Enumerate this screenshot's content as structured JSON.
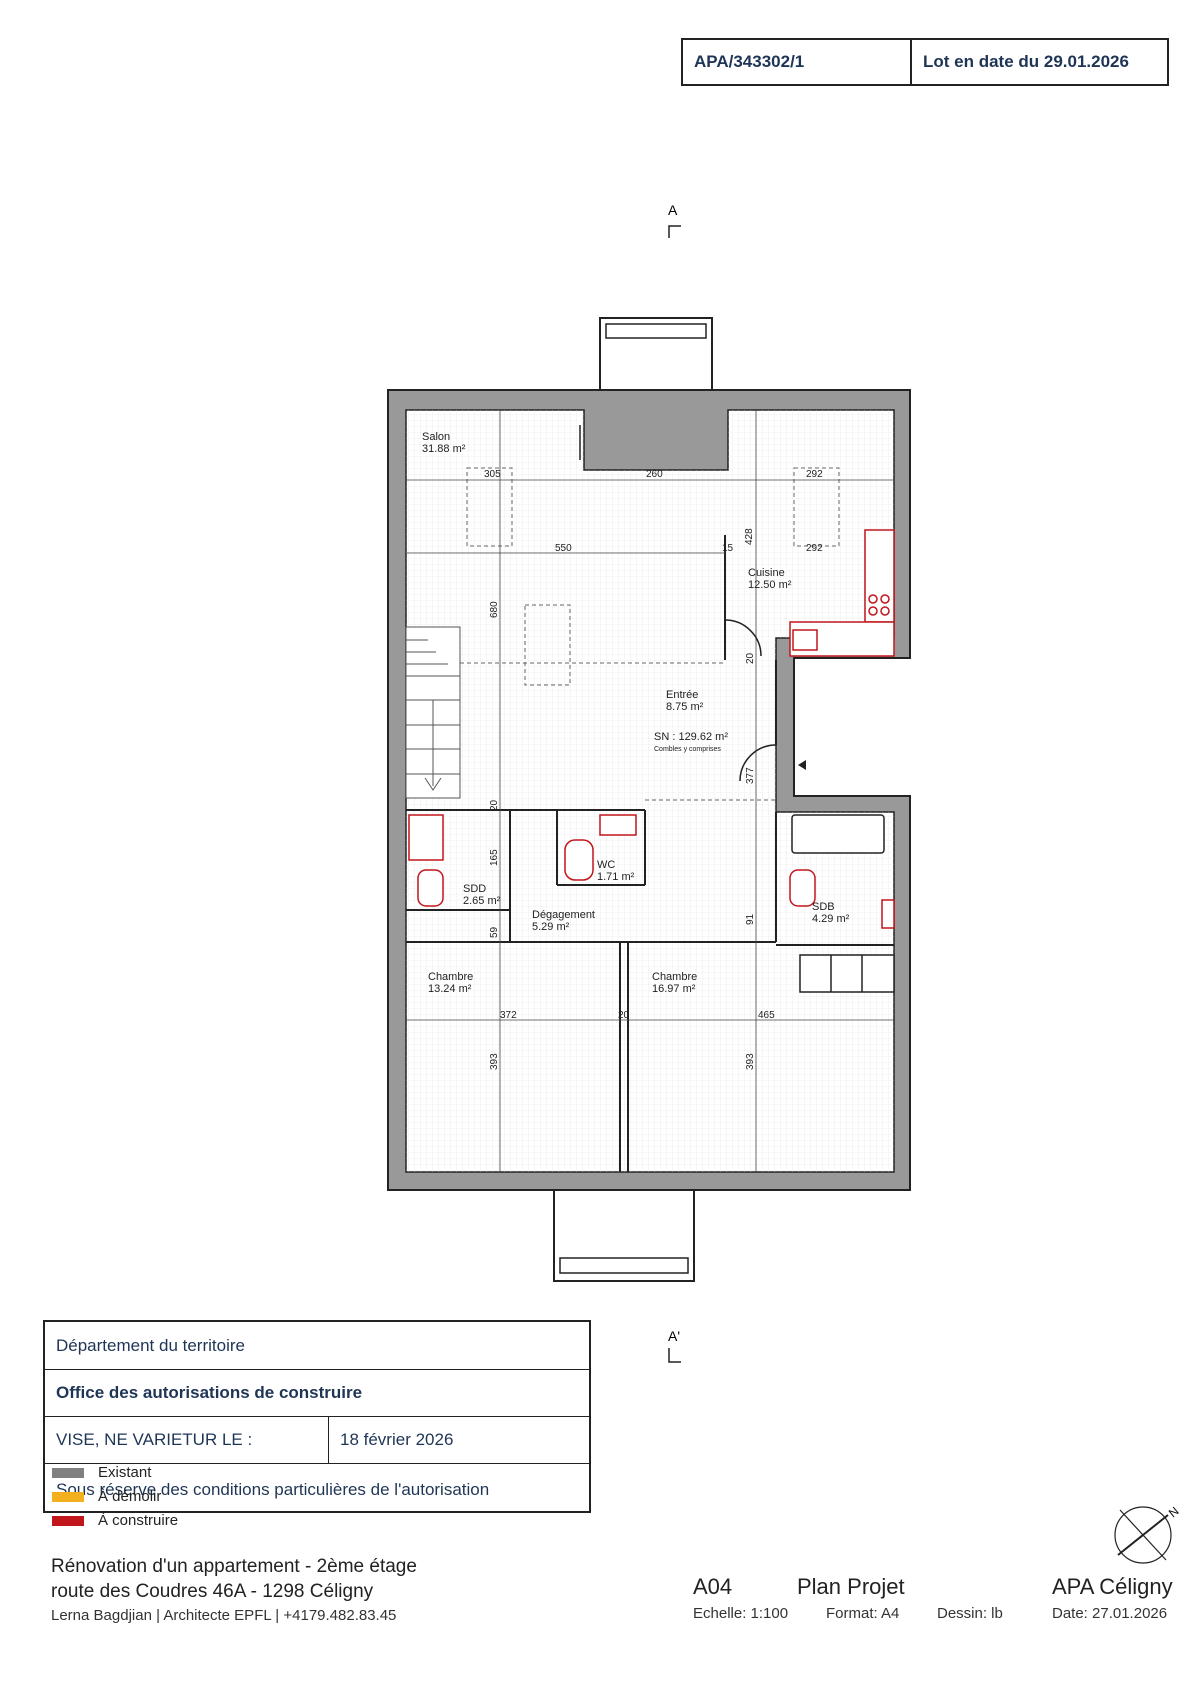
{
  "stamp": {
    "ref": "APA/343302/1",
    "lot": "Lot en date du 29.01.2026"
  },
  "section_marks": {
    "top": "A",
    "bottom": "A'"
  },
  "rooms": {
    "salon": {
      "name": "Salon",
      "area": "31.88 m²"
    },
    "cuisine": {
      "name": "Cuisine",
      "area": "12.50 m²"
    },
    "entree": {
      "name": "Entrée",
      "area": "8.75 m²"
    },
    "sn": {
      "label": "SN : 129.62 m²",
      "note": "Combles y comprises"
    },
    "sdd": {
      "name": "SDD",
      "area": "2.65 m²"
    },
    "wc": {
      "name": "WC",
      "area": "1.71 m²"
    },
    "degagement": {
      "name": "Dégagement",
      "area": "5.29 m²"
    },
    "sdb": {
      "name": "SDB",
      "area": "4.29 m²"
    },
    "chambre1": {
      "name": "Chambre",
      "area": "13.24 m²"
    },
    "chambre2": {
      "name": "Chambre",
      "area": "16.97 m²"
    }
  },
  "dimensions": {
    "d305": "305",
    "d260": "260",
    "d292a": "292",
    "d292b": "292",
    "d550": "550",
    "d15": "15",
    "d428": "428",
    "d680": "680",
    "d20a": "20",
    "d377": "377",
    "d20b": "20",
    "d165": "165",
    "d59": "59",
    "d91": "91",
    "d372": "372",
    "d20c": "20",
    "d465": "465",
    "d393a": "393",
    "d393b": "393"
  },
  "office": {
    "department": "Département du territoire",
    "office": "Office des autorisations de construire",
    "vise_label": "VISE, NE VARIETUR LE :",
    "vise_date": "18 février 2026",
    "reserve": "Sous réserve des conditions particulières de l'autorisation"
  },
  "legend": [
    {
      "label": "Existant",
      "color": "#808080"
    },
    {
      "label": "À démolir",
      "color": "#f2b01e"
    },
    {
      "label": "À construire",
      "color": "#c0161c"
    }
  ],
  "project": {
    "line1": "Rénovation d'un appartement - 2ème étage",
    "line2": "route des Coudres 46A - 1298 Céligny",
    "architect": "Lerna Bagdjian | Architecte EPFL | +4179.482.83.45"
  },
  "titleblock": {
    "number": "A04",
    "title": "Plan Projet",
    "project_name": "APA Céligny",
    "echelle": "Echelle: 1:100",
    "format": "Format: A4",
    "dessin": "Dessin:  lb",
    "date": "Date: 27.01.2026"
  },
  "north": {
    "label": "N"
  }
}
